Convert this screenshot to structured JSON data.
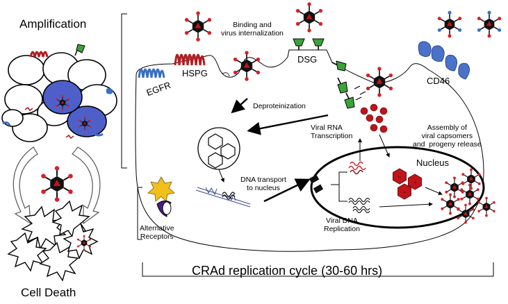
{
  "labels": {
    "amplification": "Amplification",
    "cell_death": "Cell Death",
    "binding": "Binding and\nvirus internalization",
    "hspg": "HSPG",
    "egfr": "EGFR",
    "dsg": "DSG",
    "cd46": "CD46",
    "deproteinization": "Deproteinization",
    "viral_rna": "Viral RNA\nTranscription",
    "assembly": "Assembly of\nviral capsomers\nand  progeny release",
    "nucleus": "Nucleus",
    "dna_transport": "DNA transport\nto nucleus",
    "viral_dna": "Viral DNA\nReplication",
    "alt_receptors": "Alternative\nReceptors",
    "cycle": "CRAd replication cycle (30-60 hrs)"
  },
  "colors": {
    "egfr": "#3a6fc4",
    "hspg": "#b01e23",
    "dsg": "#3aa33a",
    "cd46": "#4a72c8",
    "virus_red": "#c0141c",
    "infected_cell": "#4e5fc9",
    "alt_star": "#f2c01a",
    "alt_receptor": "#4b1c86"
  }
}
